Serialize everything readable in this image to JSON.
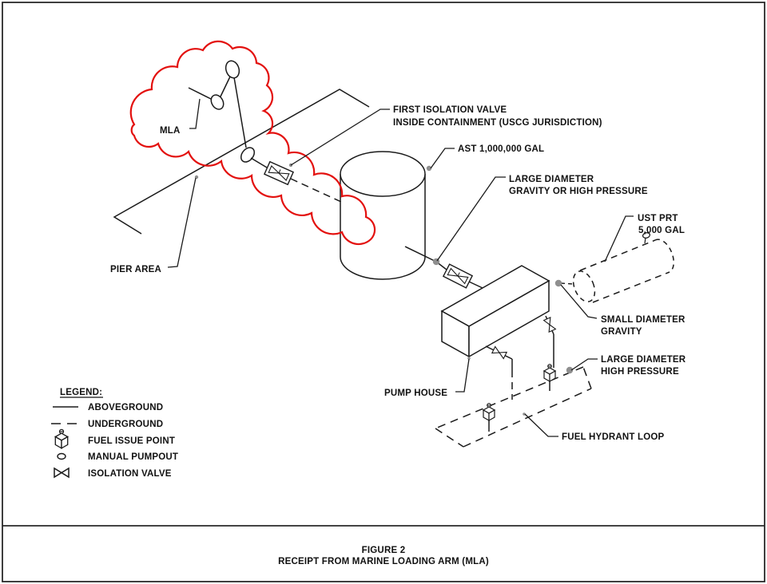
{
  "figure": {
    "number": "FIGURE 2",
    "title": "RECEIPT FROM MARINE LOADING ARM (MLA)"
  },
  "labels": {
    "mla": "MLA",
    "pier_area": "PIER AREA",
    "first_isolation_valve_line1": "FIRST ISOLATION VALVE",
    "first_isolation_valve_line2": "INSIDE CONTAINMENT (USCG JURISDICTION)",
    "ast_tank": "AST 1,000,000 GAL",
    "large_diameter_gravity_line1": "LARGE DIAMETER",
    "large_diameter_gravity_line2": "GRAVITY OR HIGH PRESSURE",
    "ust_prt_line1": "UST PRT",
    "ust_prt_line2": "5,000 GAL",
    "small_diameter_gravity_line1": "SMALL DIAMETER",
    "small_diameter_gravity_line2": "GRAVITY",
    "large_diameter_high_pressure_line1": "LARGE DIAMETER",
    "large_diameter_high_pressure_line2": "HIGH PRESSURE",
    "pump_house": "PUMP HOUSE",
    "fuel_hydrant_loop": "FUEL HYDRANT LOOP"
  },
  "legend": {
    "heading": "LEGEND:",
    "items": [
      {
        "icon": "aboveground-line-swatch",
        "label": "ABOVEGROUND"
      },
      {
        "icon": "underground-dashed-swatch",
        "label": "UNDERGROUND"
      },
      {
        "icon": "fuel-issue-point-icon",
        "label": "FUEL ISSUE POINT"
      },
      {
        "icon": "manual-pumpout-icon",
        "label": "MANUAL PUMPOUT"
      },
      {
        "icon": "isolation-valve-icon",
        "label": "ISOLATION VALVE"
      }
    ]
  },
  "colors": {
    "revision_cloud": "#e3100e",
    "line": "#1a1a1a",
    "junction_dot": "#8f8f8f",
    "background": "#ffffff"
  }
}
